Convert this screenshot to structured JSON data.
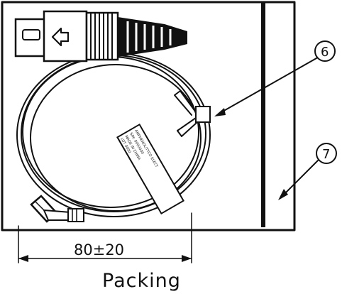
{
  "diagram": {
    "caption": "Packing",
    "dimension": "80±20",
    "callouts": [
      {
        "id": "6"
      },
      {
        "id": "7"
      }
    ],
    "label_tag_lines": [
      "AMPHENOL/TYCO ELECT",
      "S/N: 0000000",
      "MADE IN CHINA",
      "LOT 0000"
    ]
  }
}
